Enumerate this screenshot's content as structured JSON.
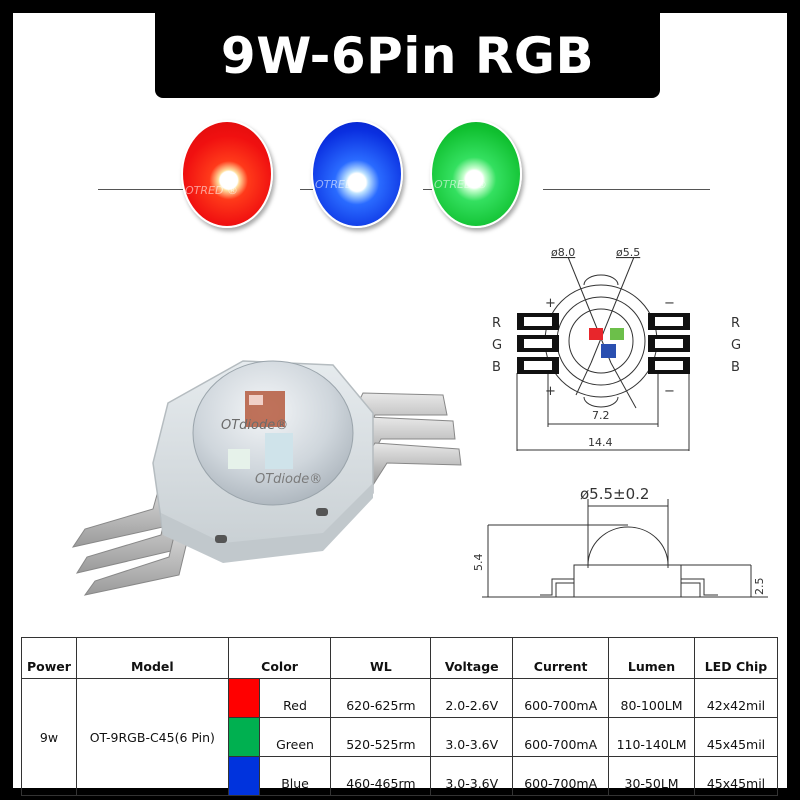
{
  "title": "9W-6Pin RGB",
  "color_photos": [
    {
      "name": "red",
      "watermark": "OTRED ®",
      "color": "#f01010"
    },
    {
      "name": "blue",
      "watermark": "OTRED ®",
      "color": "#0a2fe0"
    },
    {
      "name": "green",
      "watermark": "OTRED ®",
      "color": "#10c030"
    }
  ],
  "product_photo": {
    "watermark_top": "OTdiode®",
    "watermark_bottom": "OTdiode®"
  },
  "top_view_diagram": {
    "outer_diameter": "ø8.0",
    "inner_diameter": "ø5.5",
    "left_pins": [
      "R",
      "G",
      "B"
    ],
    "right_pins": [
      "R",
      "G",
      "B"
    ],
    "left_polarity": [
      "+",
      "+"
    ],
    "right_polarity": [
      "−",
      "−"
    ],
    "inner_width": "7.2",
    "total_width": "14.4",
    "chip_colors": {
      "red": "#e8262b",
      "green": "#6cbf4a",
      "blue": "#2a4fb0"
    }
  },
  "side_view_diagram": {
    "lens_diameter": "ø5.5±0.2",
    "total_height": "5.4",
    "body_height": "2.5"
  },
  "spec_table": {
    "headers": [
      "Power",
      "Model",
      "Color",
      "WL",
      "Voltage",
      "Current",
      "Lumen",
      "LED Chip"
    ],
    "power": "9w",
    "model": "OT-9RGB-C45(6 Pin)",
    "rows": [
      {
        "swatch": "#ff0000",
        "color": "Red",
        "wl": "620-625rm",
        "voltage": "2.0-2.6V",
        "current": "600-700mA",
        "lumen": "80-100LM",
        "chip": "42x42mil"
      },
      {
        "swatch": "#00b050",
        "color": "Green",
        "wl": "520-525rm",
        "voltage": "3.0-3.6V",
        "current": "600-700mA",
        "lumen": "110-140LM",
        "chip": "45x45mil"
      },
      {
        "swatch": "#0033dd",
        "color": "Blue",
        "wl": "460-465rm",
        "voltage": "3.0-3.6V",
        "current": "600-700mA",
        "lumen": "30-50LM",
        "chip": "45x45mil"
      }
    ]
  }
}
